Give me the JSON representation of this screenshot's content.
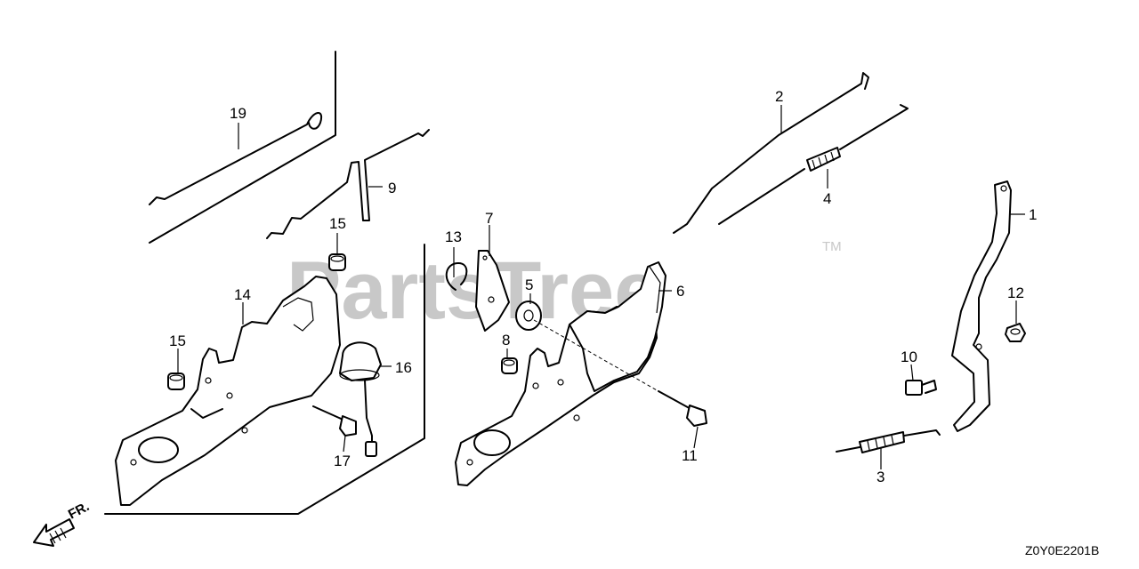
{
  "watermark": {
    "text": "PartsTree",
    "trademark": "TM"
  },
  "diagram_code": "Z0Y0E2201B",
  "front_indicator": "FR.",
  "callouts": [
    {
      "id": "c1",
      "label": "1"
    },
    {
      "id": "c2",
      "label": "2"
    },
    {
      "id": "c3",
      "label": "3"
    },
    {
      "id": "c4",
      "label": "4"
    },
    {
      "id": "c5",
      "label": "5"
    },
    {
      "id": "c6",
      "label": "6"
    },
    {
      "id": "c7",
      "label": "7"
    },
    {
      "id": "c8",
      "label": "8"
    },
    {
      "id": "c9",
      "label": "9"
    },
    {
      "id": "c10",
      "label": "10"
    },
    {
      "id": "c11",
      "label": "11"
    },
    {
      "id": "c12",
      "label": "12"
    },
    {
      "id": "c13",
      "label": "13"
    },
    {
      "id": "c14",
      "label": "14"
    },
    {
      "id": "c15a",
      "label": "15"
    },
    {
      "id": "c15b",
      "label": "15"
    },
    {
      "id": "c16",
      "label": "16"
    },
    {
      "id": "c17",
      "label": "17"
    },
    {
      "id": "c19",
      "label": "19"
    }
  ]
}
